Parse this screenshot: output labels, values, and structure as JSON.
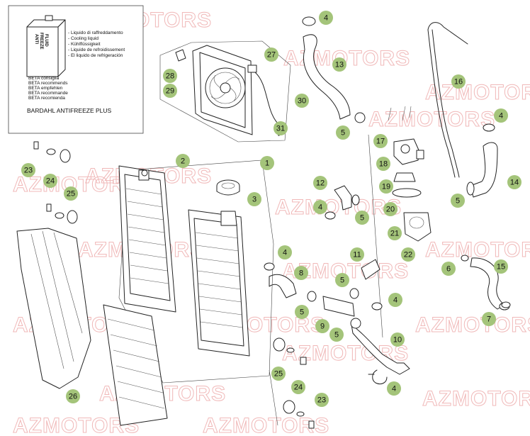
{
  "watermark": "AZMOTORS",
  "inset": {
    "can_label": [
      "ANTI",
      "FREEZE",
      "FLUID"
    ],
    "liquid_lines": [
      "- Liquido di raffreddamento",
      "- Cooling liquid",
      "- Kühlflüssigkeit",
      "- Liquide de refroidissement",
      "- El liquido de refrigeración"
    ],
    "recommend_lines": [
      "BETA consiglia",
      "BETA recommends",
      "BETA empfehlen",
      "BETA recommande",
      "BETA recomienda"
    ],
    "product": "BARDAHL ANTIFREEZE PLUS"
  },
  "callouts": [
    {
      "id": "4a",
      "label": "4"
    },
    {
      "id": "27",
      "label": "27"
    },
    {
      "id": "13",
      "label": "13"
    },
    {
      "id": "16",
      "label": "16"
    },
    {
      "id": "28",
      "label": "28"
    },
    {
      "id": "29",
      "label": "29"
    },
    {
      "id": "30",
      "label": "30"
    },
    {
      "id": "31",
      "label": "31"
    },
    {
      "id": "5a",
      "label": "5"
    },
    {
      "id": "17",
      "label": "17"
    },
    {
      "id": "4b",
      "label": "4"
    },
    {
      "id": "23a",
      "label": "23"
    },
    {
      "id": "2",
      "label": "2"
    },
    {
      "id": "1",
      "label": "1"
    },
    {
      "id": "18",
      "label": "18"
    },
    {
      "id": "14",
      "label": "14"
    },
    {
      "id": "24a",
      "label": "24"
    },
    {
      "id": "12",
      "label": "12"
    },
    {
      "id": "3",
      "label": "3"
    },
    {
      "id": "19",
      "label": "19"
    },
    {
      "id": "25a",
      "label": "25"
    },
    {
      "id": "4c",
      "label": "4"
    },
    {
      "id": "5b",
      "label": "5"
    },
    {
      "id": "20",
      "label": "20"
    },
    {
      "id": "5c",
      "label": "5"
    },
    {
      "id": "21",
      "label": "21"
    },
    {
      "id": "4d",
      "label": "4"
    },
    {
      "id": "11",
      "label": "11"
    },
    {
      "id": "22",
      "label": "22"
    },
    {
      "id": "6",
      "label": "6"
    },
    {
      "id": "15",
      "label": "15"
    },
    {
      "id": "8",
      "label": "8"
    },
    {
      "id": "5d",
      "label": "5"
    },
    {
      "id": "4e",
      "label": "4"
    },
    {
      "id": "5e",
      "label": "5"
    },
    {
      "id": "7",
      "label": "7"
    },
    {
      "id": "9",
      "label": "9"
    },
    {
      "id": "5f",
      "label": "5"
    },
    {
      "id": "10",
      "label": "10"
    },
    {
      "id": "25b",
      "label": "25"
    },
    {
      "id": "24b",
      "label": "24"
    },
    {
      "id": "4f",
      "label": "4"
    },
    {
      "id": "26",
      "label": "26"
    },
    {
      "id": "23b",
      "label": "23"
    }
  ]
}
